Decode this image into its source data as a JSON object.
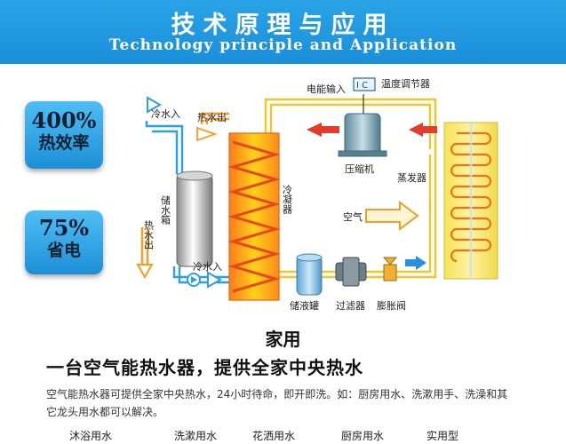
{
  "header": {
    "title": "技术原理与应用",
    "subtitle": "Technology principle and Application"
  },
  "badges": [
    {
      "big": "400%",
      "small": "热效率"
    },
    {
      "big": "75%",
      "small": "省电"
    }
  ],
  "diagram": {
    "labels": {
      "cold_in_top": "冷水入",
      "hot_out_top": "热水出",
      "storage_tank": "储水箱",
      "hot_out_left": "热水出",
      "cold_in_bottom": "冷水入",
      "condenser": "冷凝器",
      "power_input": "电能输入",
      "ic": "I C",
      "temp_regulator": "温度调节器",
      "compressor": "压缩机",
      "evaporator": "蒸发器",
      "air": "空气",
      "receiver": "储液罐",
      "filter": "过滤器",
      "expansion_valve": "膨胀阀"
    }
  },
  "content": {
    "section_title": "家用",
    "headline": "一台空气能热水器，提供全家中央热水",
    "description": "空气能热水器可提供全家中央热水，24小时待命，即开即洗。如：厨房用水、洗漱用手、洗澡和其它龙头用水都可以解决。",
    "uses": [
      "沐浴用水",
      "洗漱用水",
      "花洒用水",
      "厨房用水",
      "实用型"
    ]
  }
}
